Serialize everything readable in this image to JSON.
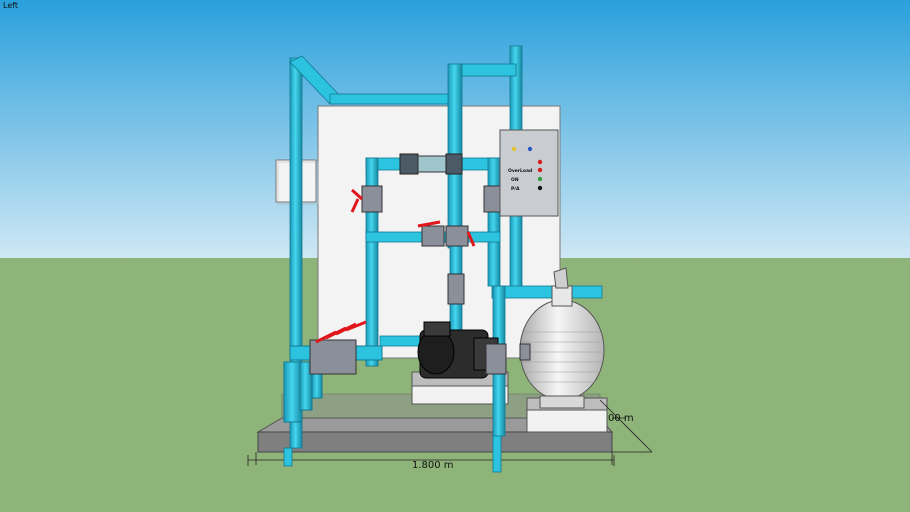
{
  "view": {
    "name": "Left"
  },
  "dimensions": {
    "width_label": "1.800 m",
    "depth_label": "00 m"
  },
  "control_panel": {
    "labels": {
      "overload": "OverLoad",
      "on": "ON",
      "pump": "P/A"
    }
  },
  "colors": {
    "sky_top": "#2aa0dc",
    "sky_bottom": "#cfe7f4",
    "ground": "#8fb479",
    "pipe": "#2bc3e0",
    "pipe_dark": "#1a8aa3",
    "valve_handle": "#e0161b",
    "fitting": "#8a8f99",
    "base": "#7f7f7f",
    "board": "#f3f3f3"
  },
  "icons": [
    "view-orbit-icon"
  ]
}
